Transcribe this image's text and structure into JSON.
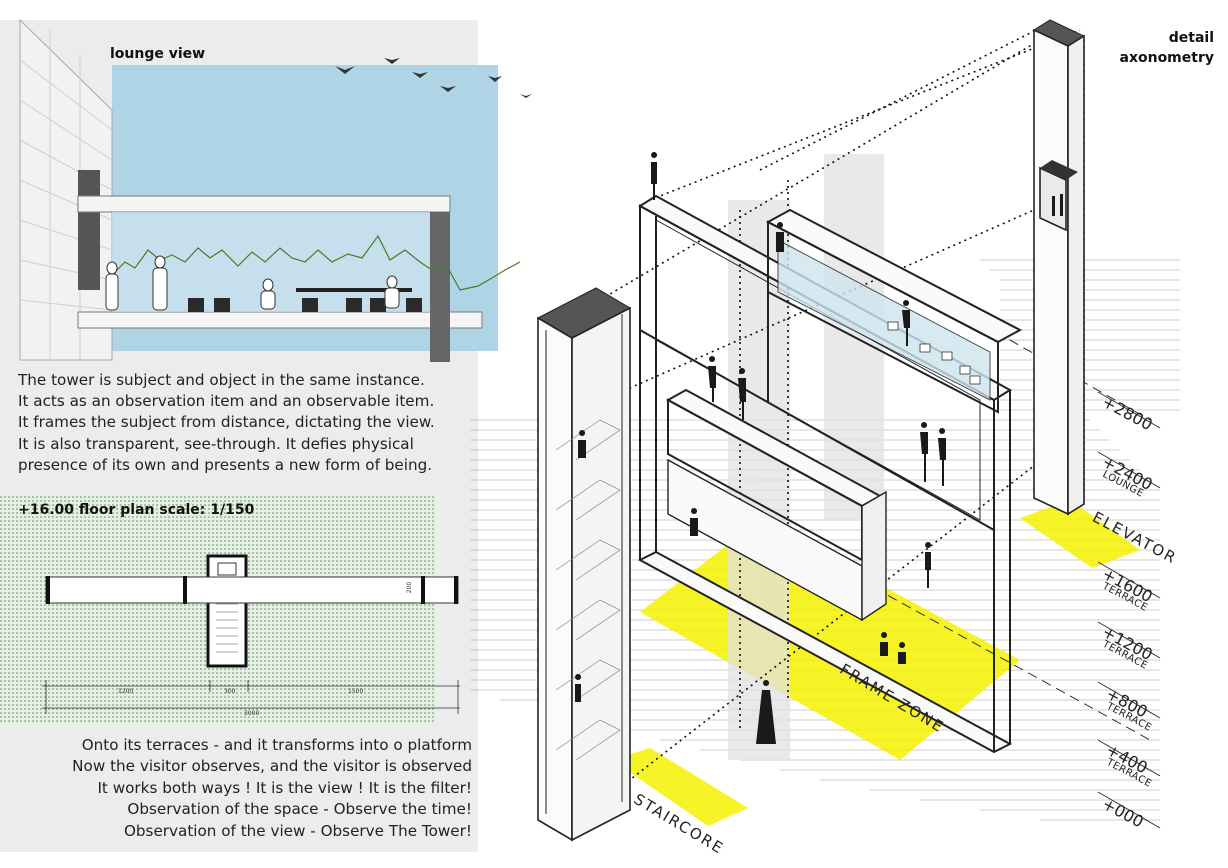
{
  "lounge": {
    "title": "lounge view"
  },
  "description_1": [
    "The tower is subject and object in the same instance.",
    "It acts as an observation item and an observable item.",
    "It frames the subject from distance, dictating the view.",
    "It is also transparent, see-through. It defies physical",
    "presence of its own and presents a new form of being."
  ],
  "plan": {
    "title": "+16.00 floor plan scale: 1/150",
    "dim_top": [
      "1200",
      "300",
      "1500"
    ],
    "dim_bottom": "3000",
    "width_mark": "200"
  },
  "description_2": [
    "Onto its terraces - and it transforms into o platform",
    "Now the visitor observes, and the visitor is observed",
    "It works both ways ! It is the view ! It is the filter!",
    "Observation of the space -  Observe the time!",
    "Observation of the view - Observe The Tower!"
  ],
  "axonometry": {
    "title_line1": "detail",
    "title_line2": "axonometry",
    "levels": [
      {
        "value": "+2800",
        "sub": ""
      },
      {
        "value": "+2400",
        "sub": "LOUNGE"
      },
      {
        "value": "+1600",
        "sub": "TERRACE"
      },
      {
        "value": "+1200",
        "sub": "TERRACE"
      },
      {
        "value": "+800",
        "sub": "TERRACE"
      },
      {
        "value": "+400",
        "sub": "TERRACE"
      },
      {
        "value": "+000",
        "sub": ""
      }
    ],
    "zones": {
      "elevator": "ELEVATOR",
      "frame": "FRAME ZONE",
      "staircore": "STAIRCORE"
    }
  },
  "colors": {
    "sky": "#aed4e6",
    "highlight": "#f5f200",
    "plan_bg": "#e4f0e4",
    "panel": "#ececec"
  }
}
